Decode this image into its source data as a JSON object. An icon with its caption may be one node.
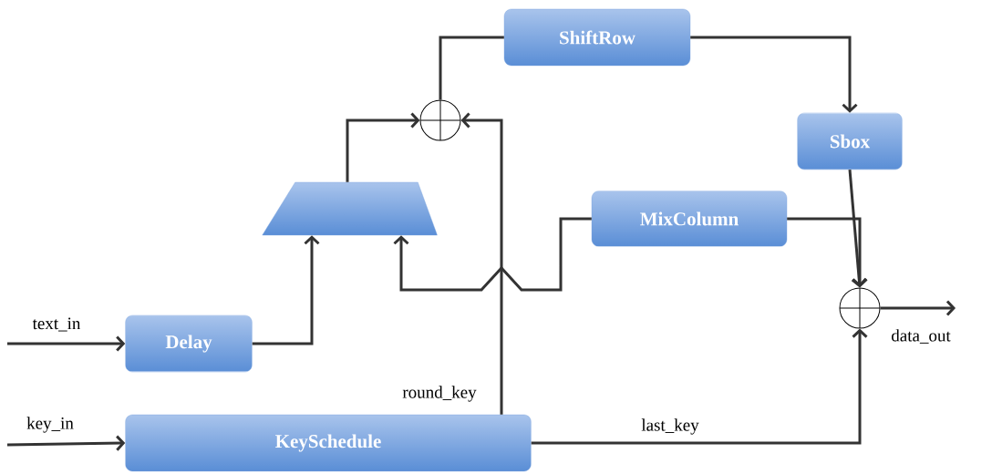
{
  "diagram": {
    "nodes": [
      {
        "text": [
          "ShiftRow"
        ]
      },
      {
        "text": [],
        "shape": "circle"
      },
      {
        "text": [
          "Sbox"
        ]
      },
      {
        "text": [],
        "shape": "trapezoid"
      },
      {
        "text": [
          "MixColumn"
        ]
      },
      {
        "text": [
          "Delay"
        ]
      },
      {
        "text": [],
        "shape": "circle"
      },
      {
        "text": [
          "KeySchedule"
        ]
      }
    ],
    "edges": [
      {
        "from": 0,
        "to": 2,
        "arrow": "to"
      },
      {
        "from": 1,
        "to": 0,
        "arrow": "none"
      },
      {
        "from": 3,
        "to": 1,
        "arrow": "to"
      },
      {
        "from": 7,
        "to": 1,
        "arrow": "to",
        "label": "round_key"
      },
      {
        "from": 4,
        "to": 3,
        "arrow": "to"
      },
      {
        "from": 5,
        "to": 3,
        "arrow": "to"
      },
      {
        "from": null,
        "to": 5,
        "arrow": "to",
        "label": "text_in"
      },
      {
        "from": 2,
        "to": 6,
        "arrow": "to"
      },
      {
        "from": 4,
        "to": 6,
        "arrow": "to"
      },
      {
        "from": 7,
        "to": 6,
        "arrow": "to",
        "label": "last_key"
      },
      {
        "from": 6,
        "to": null,
        "arrow": "to",
        "label": "data_out"
      },
      {
        "from": null,
        "to": 7,
        "arrow": "to",
        "label": "key_in"
      }
    ]
  }
}
